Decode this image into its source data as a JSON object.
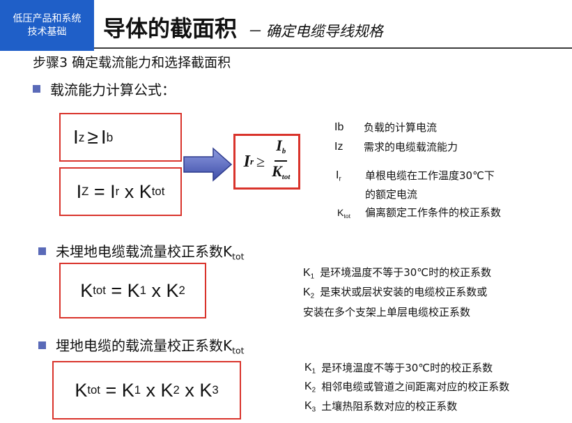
{
  "logo": {
    "line1": "低压产品和系统",
    "line2": "技术基础"
  },
  "header": {
    "title": "导体的截面积",
    "subtitle": "－ 确定电缆导线规格"
  },
  "step": "步骤3  确定载流能力和选择截面积",
  "bullets": {
    "b1": "载流能力计算公式：",
    "b2_text": "未埋地电缆载流量校正系数K",
    "b2_sub": "tot",
    "b3_text": "埋地电缆的载流量校正系数K",
    "b3_sub": "tot"
  },
  "formula1": {
    "iz": "I",
    "iz_sub": "z",
    "op": "≥",
    "ib": "I",
    "ib_sub": "b"
  },
  "formula2": {
    "lhs": "I",
    "lhs_sub": "Z",
    "eq": " = I",
    "r_sub": "r",
    "x": " x K",
    "k_sub": "tot"
  },
  "formula3": {
    "ir": "I",
    "ir_sub": "r",
    "op": "≥",
    "num": "I",
    "num_sub": "b",
    "den": "K",
    "den_sub": "tot"
  },
  "formula4": {
    "k": "K",
    "k_sub": "tot",
    "eq": " = K",
    "s1": "1",
    "x": " x K",
    "s2": "2"
  },
  "formula5": {
    "k": "K",
    "k_sub": "tot",
    "eq": " = K",
    "s1": "1",
    "x1": " x K",
    "s2": "2",
    "x2": " x K",
    "s3": "3"
  },
  "legend1": [
    {
      "sym": "Ib",
      "desc": "负载的计算电流"
    },
    {
      "sym": "Iz",
      "desc": "需求的电缆载流能力"
    },
    {
      "sym": "I",
      "sub": "r",
      "desc": "单根电缆在工作温度30℃下",
      "desc2": "的额定电流"
    },
    {
      "sym": "K",
      "sub": "tot",
      "desc": "偏离额定工作条件的校正系数"
    }
  ],
  "legend2": [
    {
      "sym": "K",
      "sub": "1",
      "desc": "是环境温度不等于30℃时的校正系数"
    },
    {
      "sym": "K",
      "sub": "2",
      "desc": "是束状或层状安装的电缆校正系数或"
    },
    {
      "desc": "安装在多个支架上单层电缆校正系数"
    }
  ],
  "legend3": [
    {
      "sym": "K",
      "sub": "1",
      "desc": "是环境温度不等于30℃时的校正系数"
    },
    {
      "sym": "K",
      "sub": "2",
      "desc": "相邻电缆或管道之间距离对应的校正系数"
    },
    {
      "sym": "K",
      "sub": "3",
      "desc": "土壤热阻系数对应的校正系数"
    }
  ]
}
